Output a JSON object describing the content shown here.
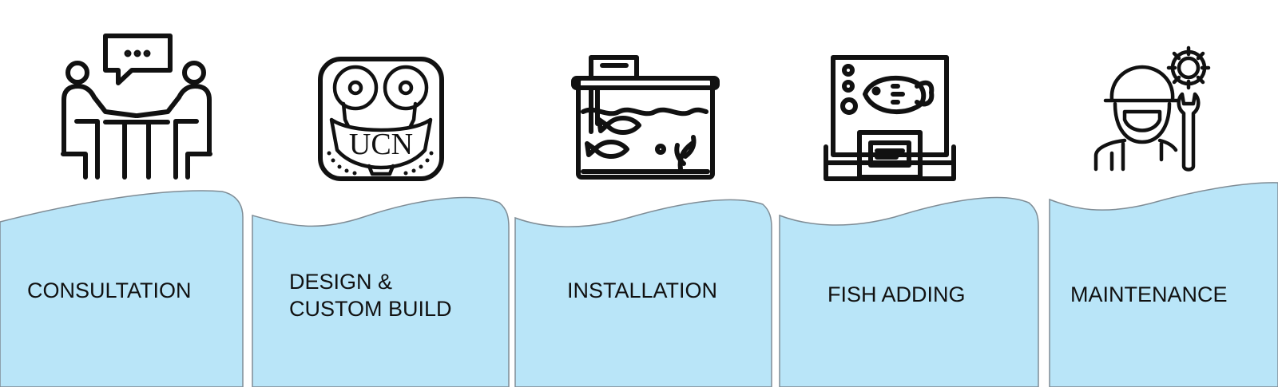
{
  "colors": {
    "panel_fill": "#b9e5f8",
    "panel_stroke": "#7f8c95",
    "icon_stroke": "#111111",
    "background": "#ffffff"
  },
  "steps": [
    {
      "label_lines": [
        "CONSULTATION"
      ],
      "icon": "consultation-meeting-icon"
    },
    {
      "label_lines": [
        "DESIGN &",
        "CUSTOM BUILD"
      ],
      "icon": "ucn-logo-icon",
      "logo_text": "UCN"
    },
    {
      "label_lines": [
        "INSTALLATION"
      ],
      "icon": "aquarium-tank-icon"
    },
    {
      "label_lines": [
        "FISH ADDING"
      ],
      "icon": "fish-monitor-icon"
    },
    {
      "label_lines": [
        "MAINTENANCE"
      ],
      "icon": "technician-wrench-icon"
    }
  ]
}
